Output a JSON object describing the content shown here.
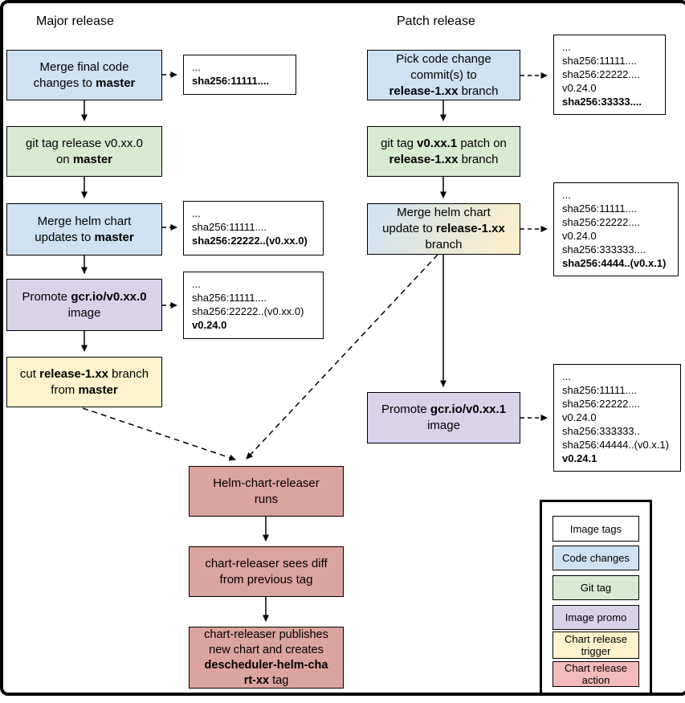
{
  "diagram": {
    "major": {
      "title": "Major release",
      "boxes": [
        {
          "type": "code-changes",
          "lines": [
            [
              {
                "t": "Merge final code"
              }
            ],
            [
              {
                "t": "changes to "
              },
              {
                "t": "master",
                "b": true
              }
            ]
          ]
        },
        {
          "type": "git-tag",
          "lines": [
            [
              {
                "t": "git tag release v0.xx.0"
              }
            ],
            [
              {
                "t": "on "
              },
              {
                "t": "master",
                "b": true
              }
            ]
          ]
        },
        {
          "type": "code-changes",
          "lines": [
            [
              {
                "t": "Merge helm chart"
              }
            ],
            [
              {
                "t": "updates to "
              },
              {
                "t": "master",
                "b": true
              }
            ]
          ]
        },
        {
          "type": "image-promo",
          "lines": [
            [
              {
                "t": "Promote "
              },
              {
                "t": "gcr.io/v0.xx.0",
                "b": true
              }
            ],
            [
              {
                "t": "image"
              }
            ]
          ]
        },
        {
          "type": "chart-release-trigger",
          "lines": [
            [
              {
                "t": "cut "
              },
              {
                "t": "release-1.xx",
                "b": true
              },
              {
                "t": " branch"
              }
            ],
            [
              {
                "t": "from "
              },
              {
                "t": "master",
                "b": true
              }
            ]
          ]
        }
      ],
      "annotations": [
        {
          "lines": [
            [
              {
                "t": "..."
              }
            ],
            [
              {
                "t": "sha256:11111....",
                "b": true
              }
            ]
          ]
        },
        {
          "lines": [
            [
              {
                "t": "..."
              }
            ],
            [
              {
                "t": "sha256:11111...."
              }
            ],
            [
              {
                "t": "sha256:22222..(v0.xx.0)",
                "b": true
              }
            ]
          ]
        },
        {
          "lines": [
            [
              {
                "t": "..."
              }
            ],
            [
              {
                "t": "sha256:11111...."
              }
            ],
            [
              {
                "t": "sha256:22222..(v0.xx.0)"
              }
            ],
            [
              {
                "t": "v0.24.0",
                "b": true
              }
            ]
          ]
        }
      ]
    },
    "patch": {
      "title": "Patch release",
      "boxes": [
        {
          "type": "code-changes",
          "lines": [
            [
              {
                "t": "Pick code change"
              }
            ],
            [
              {
                "t": "commit(s) to"
              }
            ],
            [
              {
                "t": "release-1.xx",
                "b": true
              },
              {
                "t": " branch"
              }
            ]
          ]
        },
        {
          "type": "git-tag",
          "lines": [
            [
              {
                "t": "git tag "
              },
              {
                "t": "v0.xx.1",
                "b": true
              },
              {
                "t": " patch on"
              }
            ],
            [
              {
                "t": "release-1.xx",
                "b": true
              },
              {
                "t": " branch"
              }
            ]
          ]
        },
        {
          "type": "code-changes-to-trigger-gradient",
          "lines": [
            [
              {
                "t": "Merge helm chart"
              }
            ],
            [
              {
                "t": "update to "
              },
              {
                "t": "release-1.xx",
                "b": true
              }
            ],
            [
              {
                "t": "branch"
              }
            ]
          ]
        },
        {
          "type": "image-promo",
          "lines": [
            [
              {
                "t": "Promote "
              },
              {
                "t": "gcr.io/v0.xx.1",
                "b": true
              }
            ],
            [
              {
                "t": "image"
              }
            ]
          ]
        }
      ],
      "annotations": [
        {
          "lines": [
            [
              {
                "t": "..."
              }
            ],
            [
              {
                "t": "sha256:11111...."
              }
            ],
            [
              {
                "t": "sha256:22222...."
              }
            ],
            [
              {
                "t": "v0.24.0"
              }
            ],
            [
              {
                "t": "sha256:33333....",
                "b": true
              }
            ]
          ]
        },
        {
          "lines": [
            [
              {
                "t": "..."
              }
            ],
            [
              {
                "t": "sha256:11111...."
              }
            ],
            [
              {
                "t": "sha256:22222...."
              }
            ],
            [
              {
                "t": "v0.24.0"
              }
            ],
            [
              {
                "t": "sha256:333333...."
              }
            ],
            [
              {
                "t": "sha256:4444..(v0.x.1)",
                "b": true
              }
            ]
          ]
        },
        {
          "lines": [
            [
              {
                "t": "..."
              }
            ],
            [
              {
                "t": "sha256:11111...."
              }
            ],
            [
              {
                "t": "sha256:22222...."
              }
            ],
            [
              {
                "t": "v0.24.0"
              }
            ],
            [
              {
                "t": "sha256:333333.."
              }
            ],
            [
              {
                "t": "sha256:44444..(v0.x.1)"
              }
            ],
            [
              {
                "t": "v0.24.1",
                "b": true
              }
            ]
          ]
        }
      ]
    },
    "chart_release": {
      "boxes": [
        {
          "type": "chart-release-action",
          "lines": [
            [
              {
                "t": "Helm-chart-releaser"
              }
            ],
            [
              {
                "t": "runs"
              }
            ]
          ]
        },
        {
          "type": "chart-release-action",
          "lines": [
            [
              {
                "t": "chart-releaser sees diff"
              }
            ],
            [
              {
                "t": "from previous tag"
              }
            ]
          ]
        },
        {
          "type": "chart-release-action",
          "lines": [
            [
              {
                "t": "chart-releaser publishes"
              }
            ],
            [
              {
                "t": "new chart and creates"
              }
            ],
            [
              {
                "t": "descheduler-helm-cha",
                "b": true
              }
            ],
            [
              {
                "t": "rt-xx",
                "b": true
              },
              {
                "t": " tag"
              }
            ]
          ]
        }
      ]
    },
    "legend": {
      "items": [
        {
          "label": "Image tags",
          "type": "image-tags"
        },
        {
          "label": "Code changes",
          "type": "code-changes"
        },
        {
          "label": "Git tag",
          "type": "git-tag"
        },
        {
          "label": "Image promo",
          "type": "image-promo"
        },
        {
          "label": "Chart release trigger",
          "type": "chart-release-trigger"
        },
        {
          "label": "Chart release action",
          "type": "chart-release-action"
        }
      ]
    },
    "colors": {
      "code_changes": "#cfe2f3",
      "git_tag": "#d9ead3",
      "image_promo": "#d9d2e9",
      "chart_release_trigger": "#fff2cc",
      "chart_release_action": "#dca49e",
      "chart_release_action_legend": "#f3bcba",
      "image_tags": "#ffffff",
      "gradient_from": "#cfe2f3",
      "gradient_to": "#fdf0c9",
      "line": "#000000"
    }
  }
}
